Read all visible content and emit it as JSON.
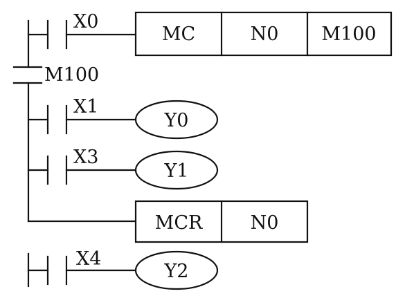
{
  "rung1": {
    "contact": "X0",
    "instruction": {
      "op": "MC",
      "nest": "N0",
      "device": "M100"
    }
  },
  "master_contact": "M100",
  "rung2": {
    "contact": "X1",
    "coil": "Y0"
  },
  "rung3": {
    "contact": "X3",
    "coil": "Y1"
  },
  "rung4": {
    "instruction": {
      "op": "MCR",
      "nest": "N0"
    }
  },
  "rung5": {
    "contact": "X4",
    "coil": "Y2"
  }
}
